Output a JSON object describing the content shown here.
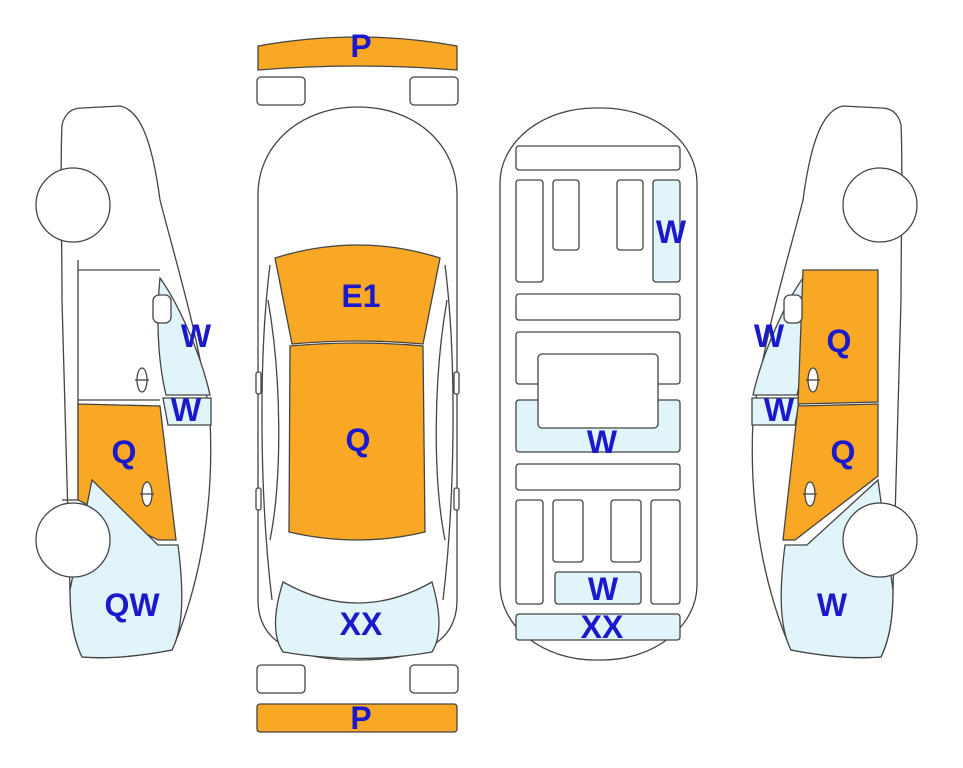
{
  "colors": {
    "damage": "#F9A825",
    "light_damage": "#E0F4FA",
    "label": "#1A1ACC",
    "outline": "#444444"
  },
  "labels": {
    "front_bumper": "P",
    "rear_bumper": "P",
    "hood": "E1",
    "roof": "Q",
    "rear_window_top": "XX",
    "underside_right_front": "W",
    "underside_middle": "W",
    "underside_rear_small": "W",
    "underside_rear": "XX",
    "left_windshield": "W",
    "left_window": "W",
    "left_rear_door": "Q",
    "left_rear_quarter": "QW",
    "right_windshield": "W",
    "right_window": "W",
    "right_front_door": "Q",
    "right_rear_door": "Q",
    "right_rear_quarter": "W"
  }
}
